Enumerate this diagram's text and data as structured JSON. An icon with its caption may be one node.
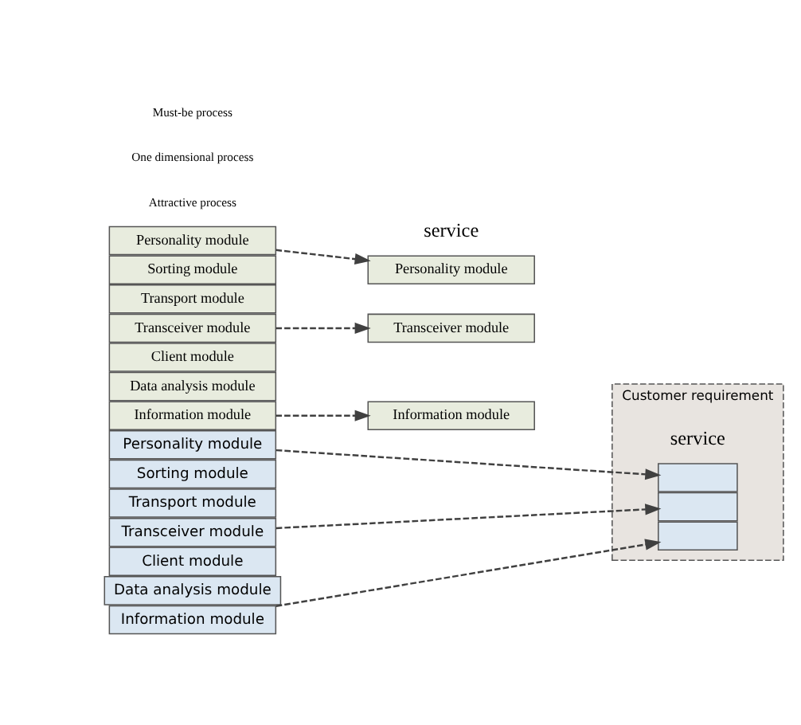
{
  "diagram": {
    "nodes": [
      {
        "text": [
          "Personality module"
        ]
      },
      {
        "text": [
          "Sorting module"
        ]
      },
      {
        "text": [
          "Transport module"
        ]
      },
      {
        "text": [
          "Transceiver module"
        ]
      },
      {
        "text": [
          "Client module"
        ]
      },
      {
        "text": [
          "Data analysis module"
        ]
      },
      {
        "text": [
          "Information module"
        ]
      },
      {
        "text": [
          "Customer requirement"
        ]
      },
      {
        "text": [
          "Personality module"
        ]
      },
      {
        "text": [
          "Transceiver module"
        ]
      },
      {
        "text": [
          "Information module"
        ]
      },
      {
        "text": [
          "Personality module"
        ]
      },
      {
        "text": [
          "Sorting module"
        ]
      },
      {
        "text": [
          "Transport module"
        ]
      },
      {
        "text": [
          "Transceiver module"
        ]
      },
      {
        "text": [
          "Client module"
        ]
      },
      {
        "text": [
          "Data analysis module"
        ]
      },
      {
        "text": [
          "Information module"
        ]
      },
      {
        "text": [],
        "shape": "box",
        "in": 7
      },
      {
        "text": [],
        "shape": "box",
        "in": 7
      },
      {
        "text": [],
        "shape": "box",
        "in": 7
      }
    ],
    "edges": [
      {
        "from": 0,
        "to": 8,
        "arrow": "to",
        "style": "dashed"
      },
      {
        "from": 3,
        "to": 9,
        "arrow": "to",
        "style": "dashed"
      },
      {
        "from": 6,
        "to": 10,
        "arrow": "to",
        "style": "dashed"
      },
      {
        "from": 11,
        "to": 18,
        "arrow": "to",
        "style": "dashed"
      },
      {
        "from": 14,
        "to": 19,
        "arrow": "to",
        "style": "dashed"
      },
      {
        "from": 17,
        "to": 20,
        "arrow": "to",
        "style": "dashed"
      }
    ],
    "labels": [
      "service",
      "Must-be process",
      "One dimensional process",
      "Attractive process",
      "service"
    ]
  }
}
